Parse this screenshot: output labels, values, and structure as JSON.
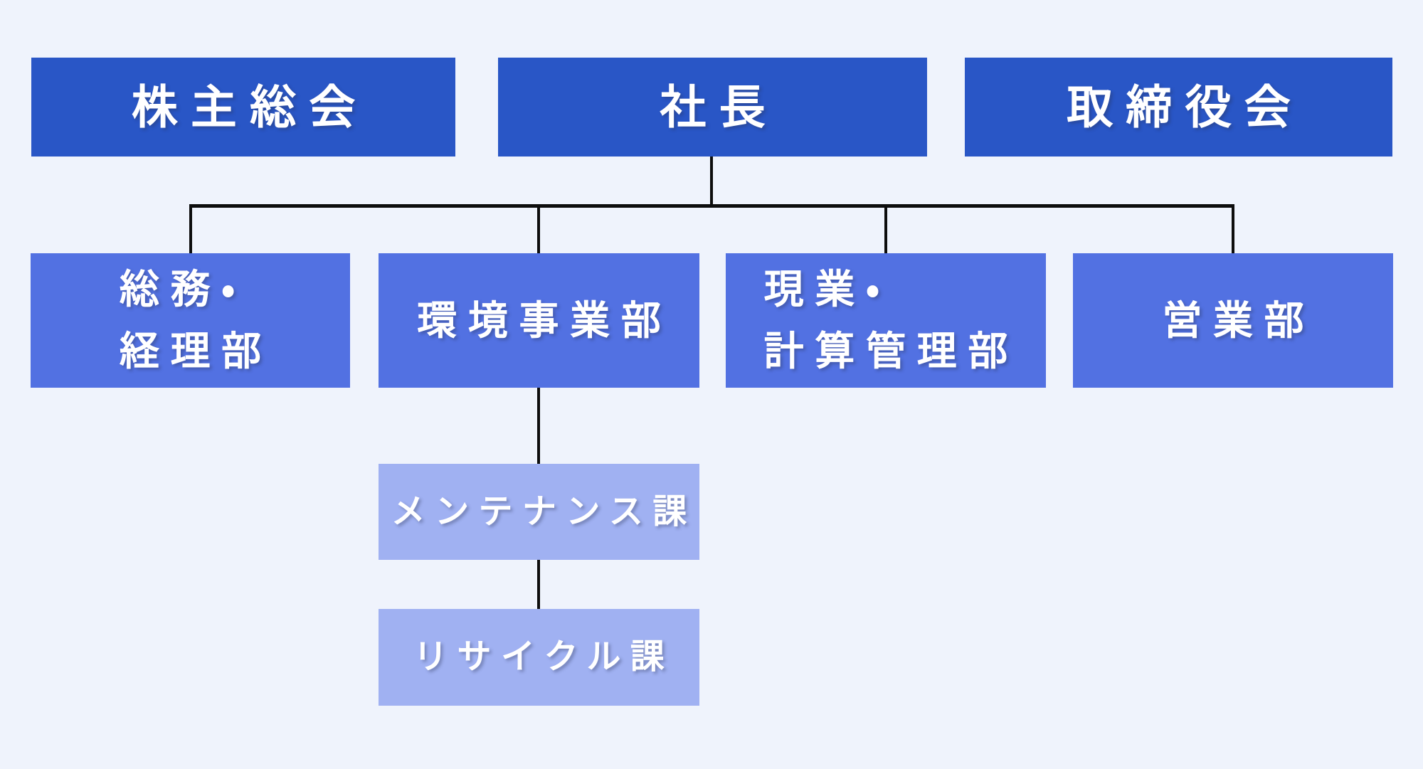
{
  "diagram": {
    "type": "org-chart",
    "language": "ja"
  },
  "palette": {
    "level1_box": "#2956C6",
    "level2_box": "#5271E2",
    "level3_box": "#A0B1F2",
    "background": "#EFF3FC",
    "connector_line": "#0D0D0D",
    "text": "#FFFFFF"
  },
  "org": {
    "level1": [
      {
        "label": "株主総会"
      },
      {
        "label": "社長"
      },
      {
        "label": "取締役会"
      }
    ],
    "level2": [
      {
        "label": "総務・\n経理部",
        "parent": "社長"
      },
      {
        "label": "環境事業部",
        "parent": "社長"
      },
      {
        "label": "現業・\n計算管理部",
        "parent": "社長"
      },
      {
        "label": "営業部",
        "parent": "社長"
      }
    ],
    "level3": [
      {
        "label": "メンテナンス課",
        "parent": "環境事業部"
      },
      {
        "label": "リサイクル課",
        "parent": "メンテナンス課"
      }
    ]
  }
}
